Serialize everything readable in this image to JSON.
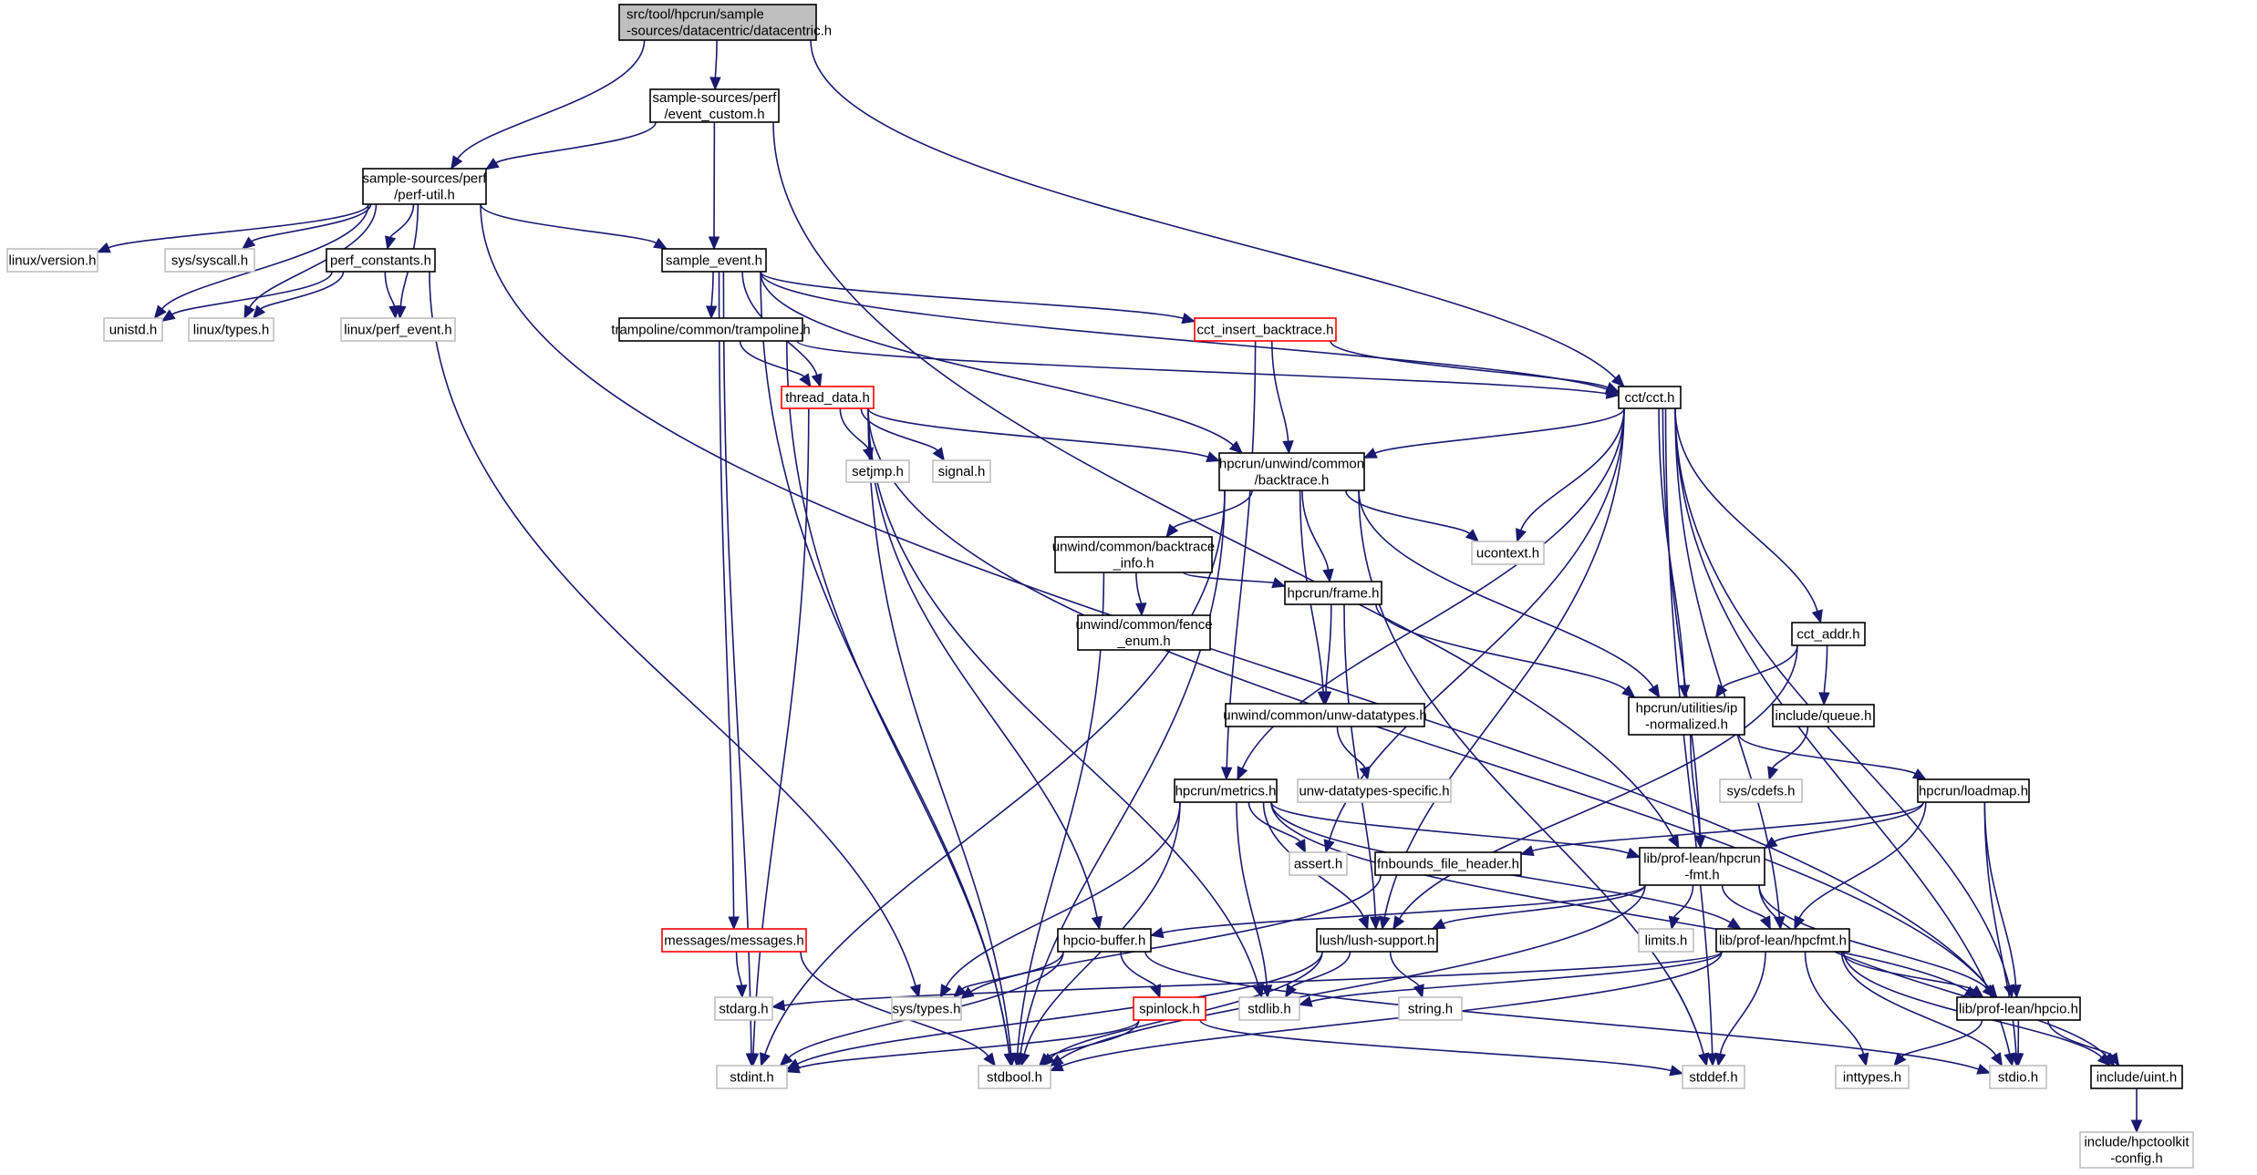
{
  "title": "Include dependency graph for src/tool/hpcrun/sample-sources/datacentric/datacentric.h",
  "colors": {
    "edge": "#191970",
    "root_fill": "#bfbfbf",
    "node_border": "#000000",
    "external_border": "#bfbfbf",
    "truncated_border": "#ff0000",
    "fill": "#ffffff"
  },
  "nodes": [
    {
      "id": "root",
      "label": [
        "src/tool/hpcrun/sample",
        "-sources/datacentric/datacentric.h"
      ],
      "kind": "root"
    },
    {
      "id": "event_custom",
      "label": [
        "sample-sources/perf",
        "/event_custom.h"
      ],
      "kind": "normal"
    },
    {
      "id": "perf_util",
      "label": [
        "sample-sources/perf",
        "/perf-util.h"
      ],
      "kind": "normal"
    },
    {
      "id": "linux_version",
      "label": [
        "linux/version.h"
      ],
      "kind": "external"
    },
    {
      "id": "sys_syscall",
      "label": [
        "sys/syscall.h"
      ],
      "kind": "external"
    },
    {
      "id": "perf_constants",
      "label": [
        "perf_constants.h"
      ],
      "kind": "normal"
    },
    {
      "id": "sample_event",
      "label": [
        "sample_event.h"
      ],
      "kind": "normal"
    },
    {
      "id": "unistd",
      "label": [
        "unistd.h"
      ],
      "kind": "external"
    },
    {
      "id": "linux_types",
      "label": [
        "linux/types.h"
      ],
      "kind": "external"
    },
    {
      "id": "linux_perf_event",
      "label": [
        "linux/perf_event.h"
      ],
      "kind": "external"
    },
    {
      "id": "trampoline",
      "label": [
        "trampoline/common/trampoline.h"
      ],
      "kind": "normal"
    },
    {
      "id": "cct_insert_backtrace",
      "label": [
        "cct_insert_backtrace.h"
      ],
      "kind": "truncated"
    },
    {
      "id": "thread_data",
      "label": [
        "thread_data.h"
      ],
      "kind": "truncated"
    },
    {
      "id": "cct",
      "label": [
        "cct/cct.h"
      ],
      "kind": "normal"
    },
    {
      "id": "setjmp",
      "label": [
        "setjmp.h"
      ],
      "kind": "external"
    },
    {
      "id": "signal",
      "label": [
        "signal.h"
      ],
      "kind": "external"
    },
    {
      "id": "backtrace",
      "label": [
        "hpcrun/unwind/common",
        "/backtrace.h"
      ],
      "kind": "normal"
    },
    {
      "id": "ucontext",
      "label": [
        "ucontext.h"
      ],
      "kind": "external"
    },
    {
      "id": "backtrace_info",
      "label": [
        "unwind/common/backtrace",
        "_info.h"
      ],
      "kind": "normal"
    },
    {
      "id": "fence_enum",
      "label": [
        "unwind/common/fence",
        "_enum.h"
      ],
      "kind": "normal"
    },
    {
      "id": "frame",
      "label": [
        "hpcrun/frame.h"
      ],
      "kind": "normal"
    },
    {
      "id": "cct_addr",
      "label": [
        "cct_addr.h"
      ],
      "kind": "normal"
    },
    {
      "id": "unw_datatypes",
      "label": [
        "unwind/common/unw-datatypes.h"
      ],
      "kind": "normal"
    },
    {
      "id": "ip_normalized",
      "label": [
        "hpcrun/utilities/ip",
        "-normalized.h"
      ],
      "kind": "normal"
    },
    {
      "id": "queue",
      "label": [
        "include/queue.h"
      ],
      "kind": "normal"
    },
    {
      "id": "unw_specific",
      "label": [
        "unw-datatypes-specific.h"
      ],
      "kind": "external"
    },
    {
      "id": "sys_cdefs",
      "label": [
        "sys/cdefs.h"
      ],
      "kind": "external"
    },
    {
      "id": "metrics",
      "label": [
        "hpcrun/metrics.h"
      ],
      "kind": "normal"
    },
    {
      "id": "loadmap",
      "label": [
        "hpcrun/loadmap.h"
      ],
      "kind": "normal"
    },
    {
      "id": "assert",
      "label": [
        "assert.h"
      ],
      "kind": "external"
    },
    {
      "id": "fnbounds",
      "label": [
        "fnbounds_file_header.h"
      ],
      "kind": "normal"
    },
    {
      "id": "hpcrun_fmt",
      "label": [
        "lib/prof-lean/hpcrun",
        "-fmt.h"
      ],
      "kind": "normal"
    },
    {
      "id": "messages",
      "label": [
        "messages/messages.h"
      ],
      "kind": "truncated"
    },
    {
      "id": "hpcio_buffer",
      "label": [
        "hpcio-buffer.h"
      ],
      "kind": "normal"
    },
    {
      "id": "lush_support",
      "label": [
        "lush/lush-support.h"
      ],
      "kind": "normal"
    },
    {
      "id": "limits",
      "label": [
        "limits.h"
      ],
      "kind": "external"
    },
    {
      "id": "hpcfmt",
      "label": [
        "lib/prof-lean/hpcfmt.h"
      ],
      "kind": "normal"
    },
    {
      "id": "stdarg",
      "label": [
        "stdarg.h"
      ],
      "kind": "external"
    },
    {
      "id": "sys_types",
      "label": [
        "sys/types.h"
      ],
      "kind": "external"
    },
    {
      "id": "spinlock",
      "label": [
        "spinlock.h"
      ],
      "kind": "truncated"
    },
    {
      "id": "stdlib",
      "label": [
        "stdlib.h"
      ],
      "kind": "external"
    },
    {
      "id": "string",
      "label": [
        "string.h"
      ],
      "kind": "external"
    },
    {
      "id": "hpcio",
      "label": [
        "lib/prof-lean/hpcio.h"
      ],
      "kind": "normal"
    },
    {
      "id": "stdint",
      "label": [
        "stdint.h"
      ],
      "kind": "external"
    },
    {
      "id": "stdbool",
      "label": [
        "stdbool.h"
      ],
      "kind": "external"
    },
    {
      "id": "stddef",
      "label": [
        "stddef.h"
      ],
      "kind": "external"
    },
    {
      "id": "inttypes",
      "label": [
        "inttypes.h"
      ],
      "kind": "external"
    },
    {
      "id": "stdio",
      "label": [
        "stdio.h"
      ],
      "kind": "external"
    },
    {
      "id": "uint",
      "label": [
        "include/uint.h"
      ],
      "kind": "normal"
    },
    {
      "id": "hpctoolkit_config",
      "label": [
        "include/hpctoolkit",
        "-config.h"
      ],
      "kind": "external"
    }
  ],
  "edges": [
    [
      "root",
      "event_custom"
    ],
    [
      "root",
      "perf_util"
    ],
    [
      "root",
      "cct"
    ],
    [
      "event_custom",
      "perf_util"
    ],
    [
      "event_custom",
      "sample_event"
    ],
    [
      "event_custom",
      "hpcrun_fmt"
    ],
    [
      "perf_util",
      "linux_version"
    ],
    [
      "perf_util",
      "sys_syscall"
    ],
    [
      "perf_util",
      "perf_constants"
    ],
    [
      "perf_util",
      "sample_event"
    ],
    [
      "perf_util",
      "unistd"
    ],
    [
      "perf_util",
      "linux_types"
    ],
    [
      "perf_util",
      "linux_perf_event"
    ],
    [
      "perf_util",
      "hpcio"
    ],
    [
      "perf_constants",
      "unistd"
    ],
    [
      "perf_constants",
      "linux_types"
    ],
    [
      "perf_constants",
      "linux_perf_event"
    ],
    [
      "perf_constants",
      "sys_types"
    ],
    [
      "sample_event",
      "trampoline"
    ],
    [
      "sample_event",
      "cct_insert_backtrace"
    ],
    [
      "sample_event",
      "thread_data"
    ],
    [
      "sample_event",
      "cct"
    ],
    [
      "sample_event",
      "backtrace"
    ],
    [
      "sample_event",
      "messages"
    ],
    [
      "sample_event",
      "stdint"
    ],
    [
      "sample_event",
      "stdbool"
    ],
    [
      "trampoline",
      "thread_data"
    ],
    [
      "trampoline",
      "cct"
    ],
    [
      "trampoline",
      "stdbool"
    ],
    [
      "cct_insert_backtrace",
      "cct"
    ],
    [
      "cct_insert_backtrace",
      "backtrace"
    ],
    [
      "cct_insert_backtrace",
      "metrics"
    ],
    [
      "thread_data",
      "setjmp"
    ],
    [
      "thread_data",
      "signal"
    ],
    [
      "thread_data",
      "backtrace"
    ],
    [
      "thread_data",
      "hpcio"
    ],
    [
      "thread_data",
      "hpcio_buffer"
    ],
    [
      "thread_data",
      "stdlib"
    ],
    [
      "thread_data",
      "stdint"
    ],
    [
      "thread_data",
      "stdbool"
    ],
    [
      "cct",
      "backtrace"
    ],
    [
      "cct",
      "ucontext"
    ],
    [
      "cct",
      "cct_addr"
    ],
    [
      "cct",
      "ip_normalized"
    ],
    [
      "cct",
      "metrics"
    ],
    [
      "cct",
      "assert"
    ],
    [
      "cct",
      "hpcrun_fmt"
    ],
    [
      "cct",
      "hpcfmt"
    ],
    [
      "cct",
      "hpcio"
    ],
    [
      "cct",
      "stddef"
    ],
    [
      "cct",
      "stdio"
    ],
    [
      "cct",
      "lush_support"
    ],
    [
      "backtrace",
      "backtrace_info"
    ],
    [
      "backtrace",
      "frame"
    ],
    [
      "backtrace",
      "ucontext"
    ],
    [
      "backtrace",
      "unw_datatypes"
    ],
    [
      "backtrace",
      "ip_normalized"
    ],
    [
      "backtrace",
      "stdbool"
    ],
    [
      "backtrace",
      "stddef"
    ],
    [
      "backtrace",
      "stdint"
    ],
    [
      "backtrace_info",
      "fence_enum"
    ],
    [
      "backtrace_info",
      "frame"
    ],
    [
      "backtrace_info",
      "stdbool"
    ],
    [
      "frame",
      "unw_datatypes"
    ],
    [
      "frame",
      "ip_normalized"
    ],
    [
      "frame",
      "lush_support"
    ],
    [
      "unw_datatypes",
      "unw_specific"
    ],
    [
      "cct_addr",
      "ip_normalized"
    ],
    [
      "cct_addr",
      "queue"
    ],
    [
      "cct_addr",
      "lush_support"
    ],
    [
      "queue",
      "sys_cdefs"
    ],
    [
      "ip_normalized",
      "hpcrun_fmt"
    ],
    [
      "ip_normalized",
      "loadmap"
    ],
    [
      "metrics",
      "assert"
    ],
    [
      "metrics",
      "hpcrun_fmt"
    ],
    [
      "metrics",
      "hpcio"
    ],
    [
      "metrics",
      "hpcfmt"
    ],
    [
      "metrics",
      "sys_types"
    ],
    [
      "metrics",
      "stdlib"
    ],
    [
      "metrics",
      "stdbool"
    ],
    [
      "metrics",
      "lush_support"
    ],
    [
      "loadmap",
      "hpcrun_fmt"
    ],
    [
      "loadmap",
      "fnbounds"
    ],
    [
      "loadmap",
      "hpcfmt"
    ],
    [
      "loadmap",
      "hpcio"
    ],
    [
      "loadmap",
      "stdio"
    ],
    [
      "fnbounds",
      "sys_types"
    ],
    [
      "hpcrun_fmt",
      "hpcio_buffer"
    ],
    [
      "hpcrun_fmt",
      "lush_support"
    ],
    [
      "hpcrun_fmt",
      "limits"
    ],
    [
      "hpcrun_fmt",
      "hpcfmt"
    ],
    [
      "hpcrun_fmt",
      "hpcio"
    ],
    [
      "hpcrun_fmt",
      "stdbool"
    ],
    [
      "hpcrun_fmt",
      "uint"
    ],
    [
      "messages",
      "stdarg"
    ],
    [
      "messages",
      "stdbool"
    ],
    [
      "hpcio_buffer",
      "sys_types"
    ],
    [
      "hpcio_buffer",
      "spinlock"
    ],
    [
      "hpcio_buffer",
      "stdint"
    ],
    [
      "hpcio_buffer",
      "stdio"
    ],
    [
      "lush_support",
      "stdlib"
    ],
    [
      "lush_support",
      "string"
    ],
    [
      "lush_support",
      "stdbool"
    ],
    [
      "lush_support",
      "stdint"
    ],
    [
      "hpcfmt",
      "stdarg"
    ],
    [
      "hpcfmt",
      "stdlib"
    ],
    [
      "hpcfmt",
      "stdbool"
    ],
    [
      "hpcfmt",
      "stddef"
    ],
    [
      "hpcfmt",
      "inttypes"
    ],
    [
      "hpcfmt",
      "stdio"
    ],
    [
      "hpcfmt",
      "hpcio"
    ],
    [
      "hpcfmt",
      "uint"
    ],
    [
      "spinlock",
      "stdbool"
    ],
    [
      "spinlock",
      "stdint"
    ],
    [
      "spinlock",
      "stddef"
    ],
    [
      "hpcio",
      "inttypes"
    ],
    [
      "hpcio",
      "stdio"
    ],
    [
      "hpcio",
      "uint"
    ],
    [
      "uint",
      "hpctoolkit_config"
    ]
  ]
}
